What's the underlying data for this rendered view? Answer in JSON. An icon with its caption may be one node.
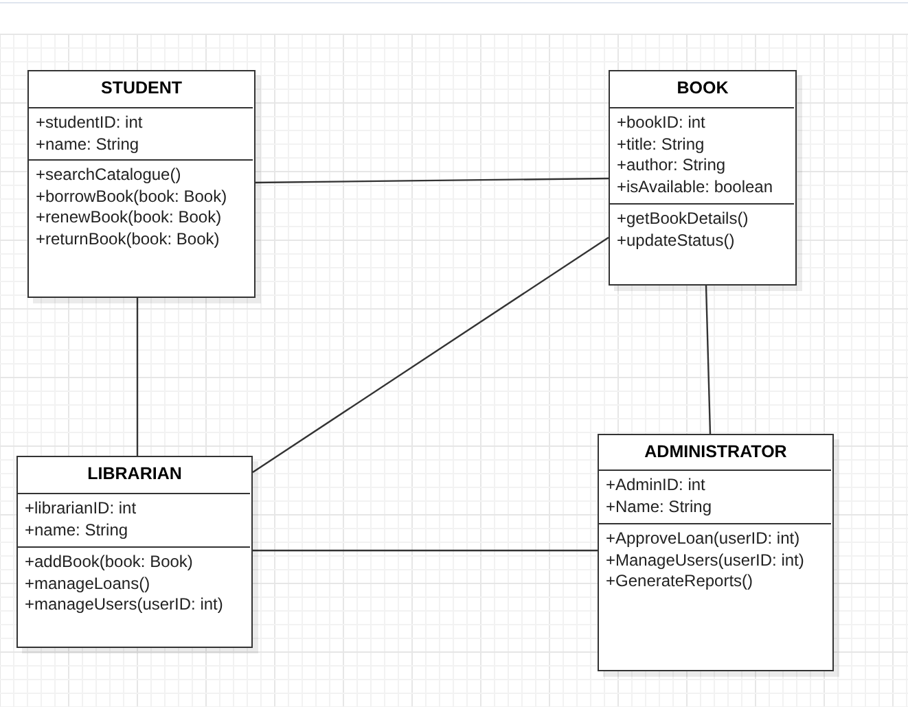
{
  "diagram": {
    "nodes": [
      {
        "text": [
          "STUDENT"
        ]
      },
      {
        "text": [
          "+studentID: int",
          "+name: String"
        ],
        "in": 0
      },
      {
        "text": [
          "+searchCatalogue()",
          "+borrowBook(book: Book)",
          "+renewBook(book: Book)",
          "+returnBook(book: Book)"
        ],
        "in": 0
      },
      {
        "text": [
          "BOOK"
        ]
      },
      {
        "text": [
          "+bookID: int",
          "+title: String",
          "+author: String",
          "+isAvailable: boolean"
        ],
        "in": 3
      },
      {
        "text": [
          "+getBookDetails()",
          "+updateStatus()"
        ],
        "in": 3
      },
      {
        "text": [
          "LIBRARIAN"
        ]
      },
      {
        "text": [
          "+librarianID: int",
          "+name: String"
        ],
        "in": 6
      },
      {
        "text": [
          "+addBook(book: Book)",
          "+manageLoans()",
          "+manageUsers(userID: int)"
        ],
        "in": 6
      },
      {
        "text": [
          "ADMINISTRATOR"
        ]
      },
      {
        "text": [
          "+AdminID: int",
          "+Name: String"
        ],
        "in": 9
      },
      {
        "text": [
          "+ApproveLoan(userID: int)",
          "+ManageUsers(userID: int)",
          "+GenerateReports()"
        ],
        "in": 9
      }
    ],
    "edges": [
      {
        "from": 0,
        "to": 3,
        "arrow": "none"
      },
      {
        "from": 0,
        "to": 6,
        "arrow": "none"
      },
      {
        "from": 3,
        "to": 6,
        "arrow": "none"
      },
      {
        "from": 3,
        "to": 9,
        "arrow": "none"
      },
      {
        "from": 6,
        "to": 9,
        "arrow": "none"
      }
    ]
  }
}
